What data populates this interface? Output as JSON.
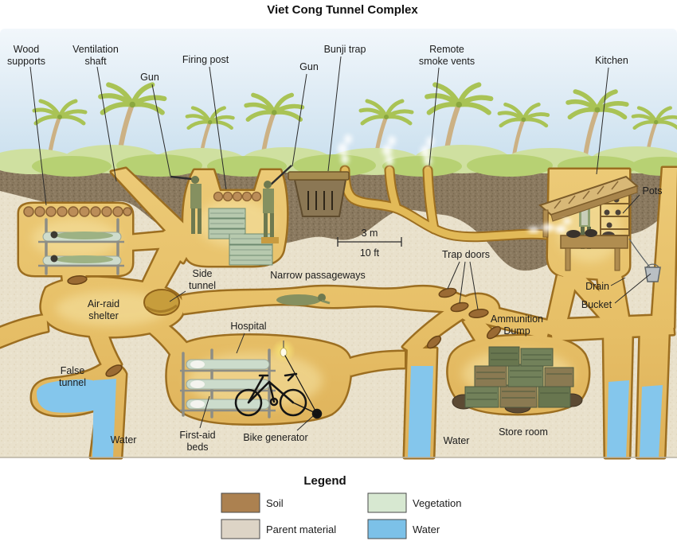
{
  "title": "Viet Cong Tunnel Complex",
  "labels": {
    "wood_supports": [
      "Wood",
      "supports"
    ],
    "ventilation_shaft": [
      "Ventilation",
      "shaft"
    ],
    "gun_left": "Gun",
    "firing_post": "Firing post",
    "gun_right": "Gun",
    "bunji_trap": "Bunji trap",
    "remote_smoke_vents": [
      "Remote",
      "smoke vents"
    ],
    "kitchen": "Kitchen",
    "pots": "Pots",
    "side_tunnel": [
      "Side",
      "tunnel"
    ],
    "narrow_passageways": "Narrow passageways",
    "trap_doors": "Trap doors",
    "drain": "Drain",
    "bucket": "Bucket",
    "air_raid_shelter": [
      "Air-raid",
      "shelter"
    ],
    "hospital": "Hospital",
    "ammunition_dump": [
      "Ammunition",
      "Dump"
    ],
    "false_tunnel": [
      "False",
      "tunnel"
    ],
    "water_left": "Water",
    "first_aid_beds": [
      "First-aid",
      "beds"
    ],
    "bike_generator": "Bike generator",
    "water_middle": "Water",
    "store_room": "Store room"
  },
  "scale_bar": {
    "metric": "3 m",
    "imperial": "10 ft"
  },
  "legend": {
    "title": "Legend",
    "items": [
      {
        "label": "Soil",
        "color": "#AC8150"
      },
      {
        "label": "Parent material",
        "color": "#DDD4C6"
      },
      {
        "label": "Vegetation",
        "color": "#D7E8D1"
      },
      {
        "label": "Water",
        "color": "#7CC1E8"
      }
    ]
  }
}
